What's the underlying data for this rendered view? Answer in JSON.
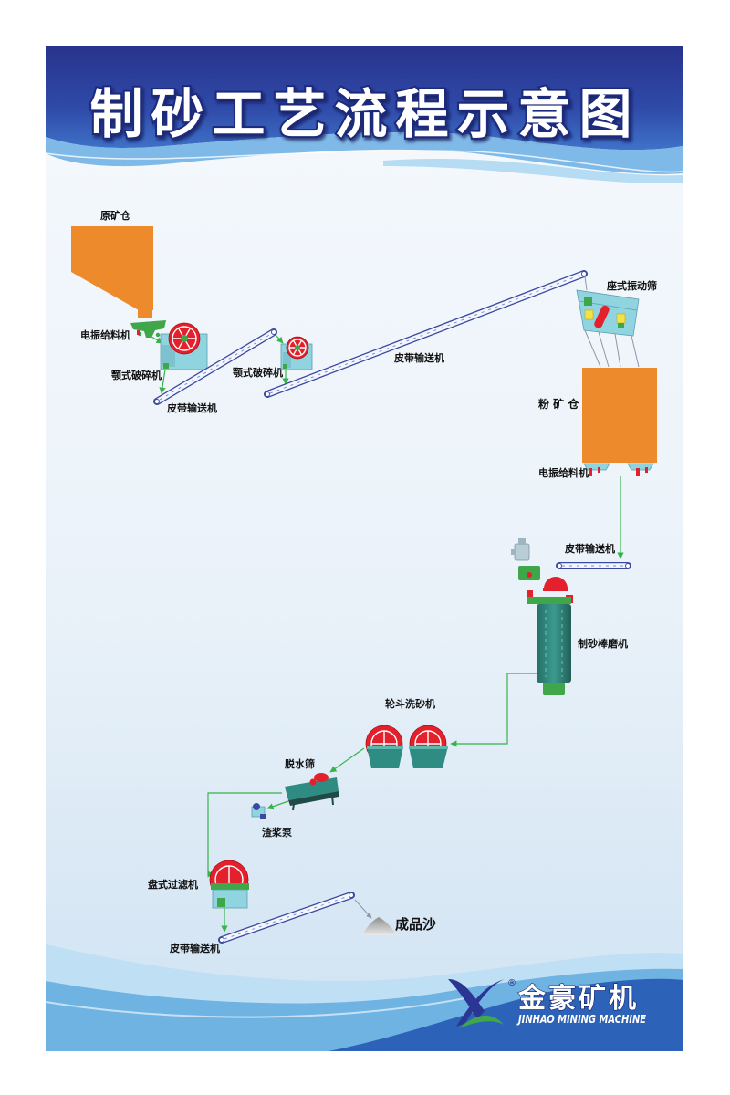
{
  "title": "制砂工艺流程示意图",
  "components": {
    "raw_ore_bin": {
      "label": "原矿仓"
    },
    "feeder_1": {
      "label": "电振给料机"
    },
    "jaw_crusher_1": {
      "label": "颚式破碎机"
    },
    "belt_conveyor_1": {
      "label": "皮带输送机"
    },
    "jaw_crusher_2": {
      "label": "颚式破碎机"
    },
    "belt_conveyor_2": {
      "label": "皮带输送机"
    },
    "vibrating_screen": {
      "label": "座式振动筛"
    },
    "powder_ore_bin": {
      "label": "粉 矿 仓"
    },
    "feeder_2": {
      "label": "电振给料机"
    },
    "belt_conveyor_3": {
      "label": "皮带输送机"
    },
    "rod_mill": {
      "label": "制砂棒磨机"
    },
    "sand_washer": {
      "label": "轮斗洗砂机"
    },
    "dewatering_screen": {
      "label": "脱水筛"
    },
    "slurry_pump": {
      "label": "渣浆泵"
    },
    "disc_filter": {
      "label": "盘式过滤机"
    },
    "belt_conveyor_4": {
      "label": "皮带输送机"
    },
    "finished_sand": {
      "label": "成品沙"
    }
  },
  "logo": {
    "brand_cn": "金豪矿机",
    "brand_en": "JINHAO MINING MACHINE",
    "registered_mark": "®"
  },
  "colors": {
    "bin_orange": "#ec8a2c",
    "machine_red": "#e3202b",
    "machine_green": "#3fa64a",
    "tank_teal": "#2f8c82",
    "body_light_blue": "#8fd4df",
    "flow_green": "#36b34a",
    "belt_blue": "#3b4aa0",
    "title_outline": "#1b2a7c",
    "header_blue": "#2b3593"
  }
}
